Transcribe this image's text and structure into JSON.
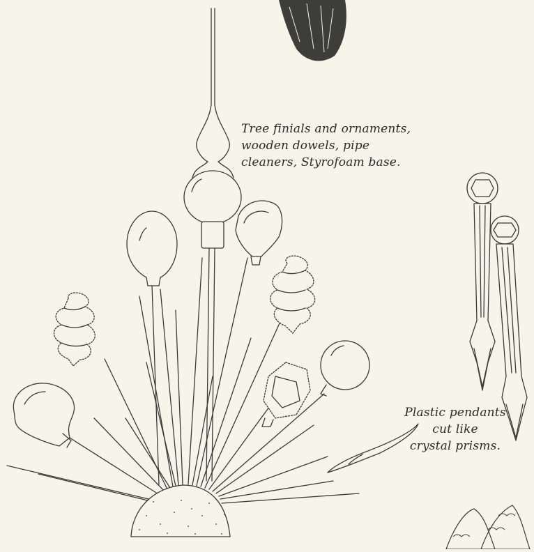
{
  "captions": {
    "ornaments": [
      "Tree finials and ornaments,",
      "wooden dowels, pipe",
      "cleaners, Styrofoam base."
    ],
    "pendants": [
      "Plastic pendants",
      "cut like",
      "crystal prisms."
    ]
  },
  "colors": {
    "paper": "#f7f4e9",
    "ink": "#3a3a38"
  }
}
